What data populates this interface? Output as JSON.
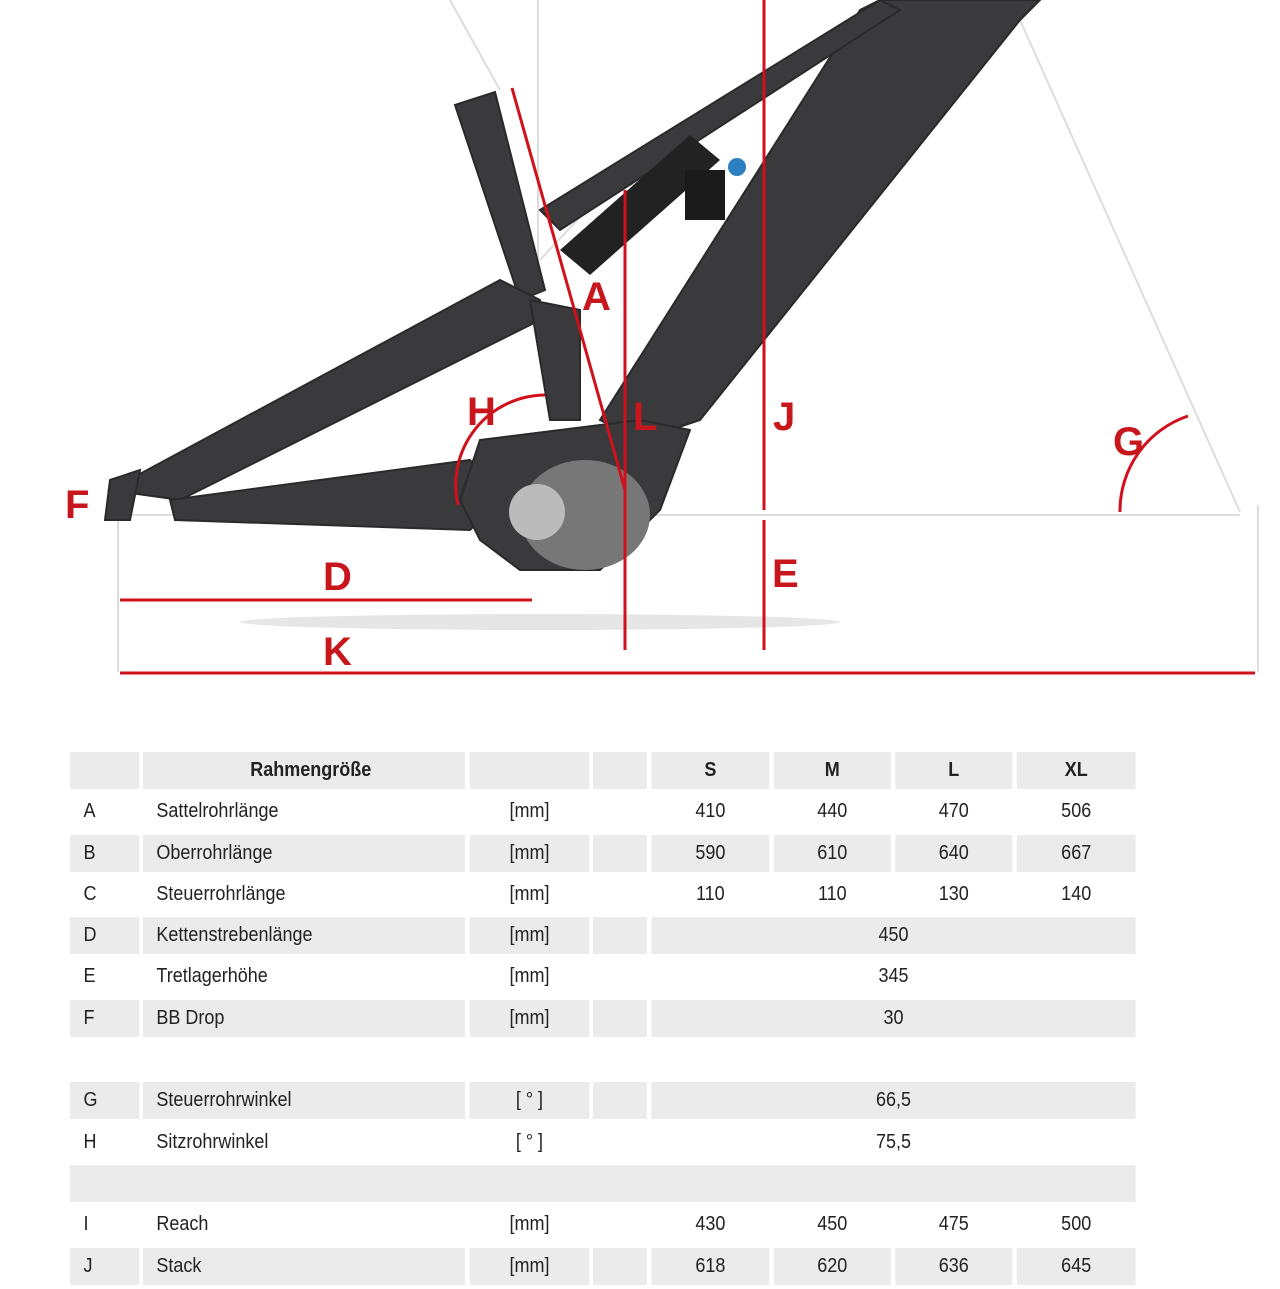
{
  "diagram": {
    "labels": {
      "A": "A",
      "D": "D",
      "E": "E",
      "F": "F",
      "G": "G",
      "H": "H",
      "J": "J",
      "K": "K",
      "L": "L"
    },
    "accent": "#c8161d"
  },
  "table": {
    "header": {
      "title": "Rahmengröße",
      "sizes": [
        "S",
        "M",
        "L",
        "XL"
      ]
    },
    "rows": [
      {
        "key": "A",
        "name": "Sattelrohrlänge",
        "unit": "[mm]",
        "values": [
          "410",
          "440",
          "470",
          "506"
        ]
      },
      {
        "key": "B",
        "name": "Oberrohrlänge",
        "unit": "[mm]",
        "values": [
          "590",
          "610",
          "640",
          "667"
        ]
      },
      {
        "key": "C",
        "name": "Steuerrohrlänge",
        "unit": "[mm]",
        "values": [
          "110",
          "110",
          "130",
          "140"
        ]
      },
      {
        "key": "D",
        "name": "Kettenstrebenlänge",
        "unit": "[mm]",
        "all": "450"
      },
      {
        "key": "E",
        "name": "Tretlagerhöhe",
        "unit": "[mm]",
        "all": "345"
      },
      {
        "key": "F",
        "name": "BB Drop",
        "unit": "[mm]",
        "all": "30"
      },
      {
        "key": "G",
        "name": "Steuerrohrwinkel",
        "unit": "[ ° ]",
        "all": "66,5"
      },
      {
        "key": "H",
        "name": "Sitzrohrwinkel",
        "unit": "[ ° ]",
        "all": "75,5"
      },
      {
        "key": "I",
        "name": "Reach",
        "unit": "[mm]",
        "values": [
          "430",
          "450",
          "475",
          "500"
        ]
      },
      {
        "key": "J",
        "name": "Stack",
        "unit": "[mm]",
        "values": [
          "618",
          "620",
          "636",
          "645"
        ]
      }
    ]
  }
}
